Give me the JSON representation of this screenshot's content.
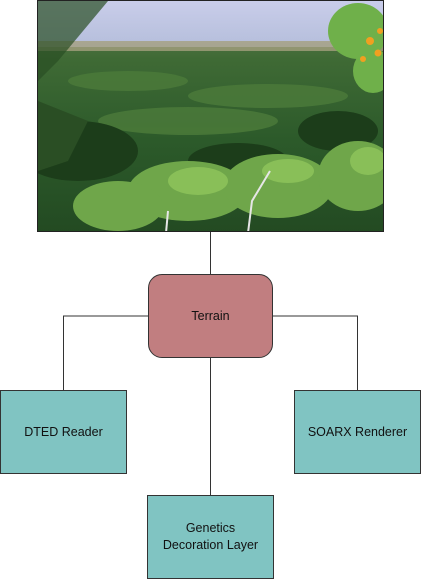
{
  "nodes": {
    "terrain": {
      "label": "Terrain"
    },
    "dted_reader": {
      "label": "DTED Reader"
    },
    "soarx_renderer": {
      "label": "SOARX Renderer"
    },
    "genetics_decoration_layer": {
      "label": "Genetics\nDecoration Layer"
    }
  },
  "colors": {
    "terrain_fill": "#c17e80",
    "module_fill": "#80c4c2",
    "line": "#333333"
  }
}
